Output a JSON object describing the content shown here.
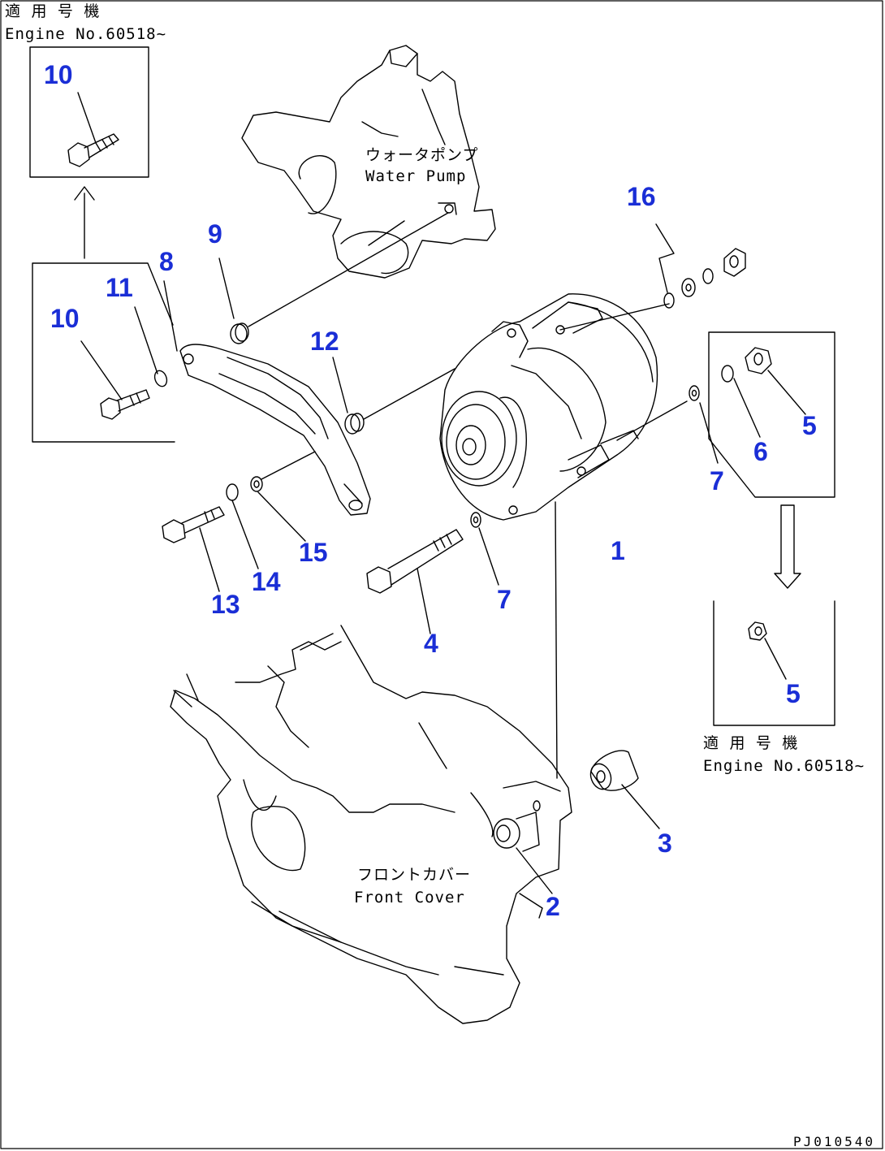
{
  "notes": {
    "top_left_jp": "適 用 号 機",
    "top_left_en": "Engine No.60518~",
    "right_jp": "適 用 号 機",
    "right_en": "Engine No.60518~"
  },
  "component_names": {
    "water_pump_jp": "ウォータポンプ",
    "water_pump_en": "Water Pump",
    "front_cover_jp": "フロントカバー",
    "front_cover_en": "Front Cover"
  },
  "part_labels": {
    "p1": "1",
    "p2": "2",
    "p3": "3",
    "p4": "4",
    "p5a": "5",
    "p5b": "5",
    "p6": "6",
    "p7a": "7",
    "p7b": "7",
    "p8": "8",
    "p9": "9",
    "p10a": "10",
    "p10b": "10",
    "p11": "11",
    "p12": "12",
    "p13": "13",
    "p14": "14",
    "p15": "15",
    "p16": "16"
  },
  "drawing_code": "PJ010540",
  "colors": {
    "label": "#1a2ed6",
    "line": "#000000"
  }
}
